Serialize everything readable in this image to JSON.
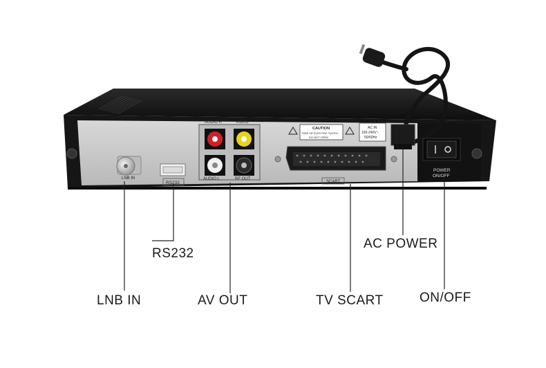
{
  "callouts": {
    "rs232": "RS232",
    "lnb_in": "LNB IN",
    "av_out": "AV OUT",
    "tv_scart": "TV SCART",
    "ac_power": "AC POWER",
    "on_off": "ON/OFF"
  },
  "panel": {
    "lnb_in": "LNB IN",
    "rs232": "RS232",
    "audio_r": "AUDIO R",
    "video": "VIDEO",
    "audio_l": "AUDIO L",
    "rf_out": "RF OUT",
    "scart": "SCART",
    "caution_title": "CAUTION",
    "caution_line1": "RISK OF ELECTRIC SHOCK",
    "caution_line2": "DO NOT OPEN",
    "ac_in_1": "AC IN",
    "ac_in_2": "100-240V~",
    "ac_in_3": "50/60Hz",
    "power_1": "POWER",
    "power_2": "ON/OFF"
  },
  "colors": {
    "casing": "#1c1c1c",
    "panel": "#c9c9c9",
    "audio_r_jack": "#d0202a",
    "video_jack": "#e8d21a",
    "audio_l_jack": "#f2f2f2",
    "rf_out_jack": "#222222"
  }
}
